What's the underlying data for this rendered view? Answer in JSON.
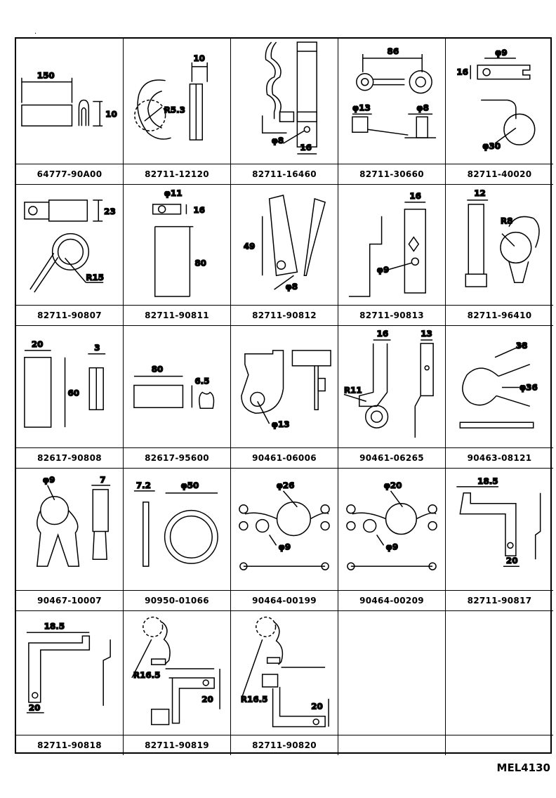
{
  "sheet_code": "MEL4130",
  "parts": [
    {
      "number": "64777-90A00",
      "dims": [
        "150",
        "10"
      ]
    },
    {
      "number": "82711-12120",
      "dims": [
        "10",
        "R5.3"
      ]
    },
    {
      "number": "82711-16460",
      "dims": [
        "φ8",
        "16"
      ]
    },
    {
      "number": "82711-30660",
      "dims": [
        "86",
        "φ13",
        "φ8"
      ]
    },
    {
      "number": "82711-40020",
      "dims": [
        "φ9",
        "16",
        "φ30"
      ]
    },
    {
      "number": "82711-90807",
      "dims": [
        "23",
        "R15"
      ]
    },
    {
      "number": "82711-90811",
      "dims": [
        "φ11",
        "16",
        "80"
      ]
    },
    {
      "number": "82711-90812",
      "dims": [
        "49",
        "φ8"
      ]
    },
    {
      "number": "82711-90813",
      "dims": [
        "16",
        "φ9"
      ]
    },
    {
      "number": "82711-96410",
      "dims": [
        "12",
        "R8"
      ]
    },
    {
      "number": "82617-90808",
      "dims": [
        "20",
        "3",
        "60"
      ]
    },
    {
      "number": "82617-95600",
      "dims": [
        "80",
        "6.5"
      ]
    },
    {
      "number": "90461-06006",
      "dims": [
        "φ13"
      ]
    },
    {
      "number": "90461-06265",
      "dims": [
        "16",
        "13",
        "R11"
      ]
    },
    {
      "number": "90463-08121",
      "dims": [
        "38",
        "φ36"
      ]
    },
    {
      "number": "90467-10007",
      "dims": [
        "φ9",
        "7"
      ]
    },
    {
      "number": "90950-01066",
      "dims": [
        "7.2",
        "φ50"
      ]
    },
    {
      "number": "90464-00199",
      "dims": [
        "φ26",
        "φ9"
      ]
    },
    {
      "number": "90464-00209",
      "dims": [
        "φ20",
        "φ9"
      ]
    },
    {
      "number": "82711-90817",
      "dims": [
        "18.5",
        "20"
      ]
    },
    {
      "number": "82711-90818",
      "dims": [
        "18.5",
        "20"
      ]
    },
    {
      "number": "82711-90819",
      "dims": [
        "R16.5",
        "20"
      ]
    },
    {
      "number": "82711-90820",
      "dims": [
        "R16.5",
        "20"
      ]
    },
    {
      "number": "",
      "dims": []
    },
    {
      "number": "",
      "dims": []
    }
  ]
}
